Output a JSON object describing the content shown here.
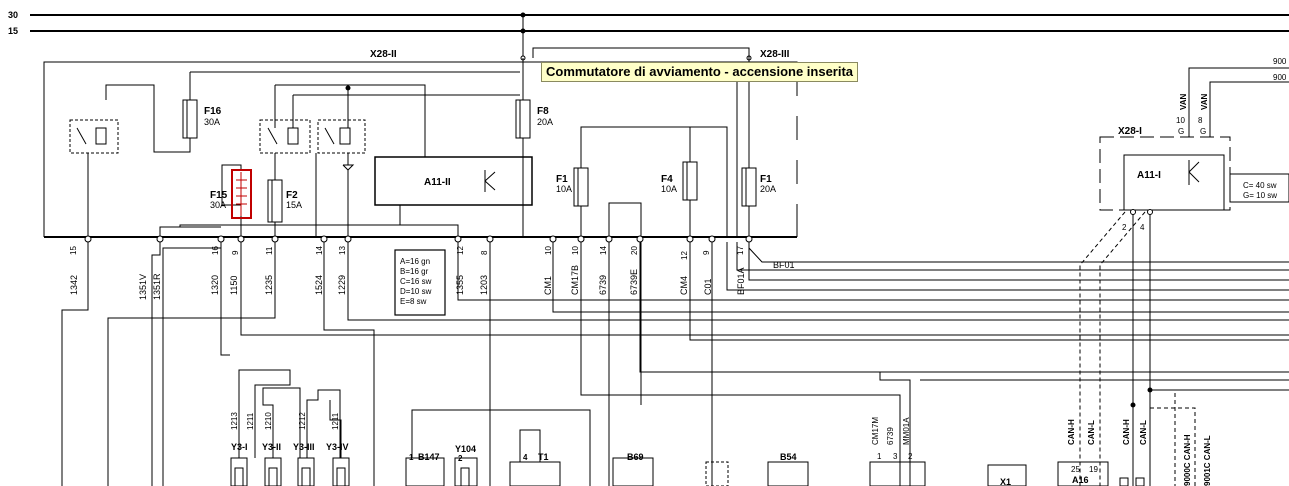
{
  "bus": {
    "b30": "30",
    "b15": "15"
  },
  "modules": {
    "x28ii": "X28-II",
    "x28iii": "X28-III",
    "x28i": "X28-I",
    "a11ii": "A11-II",
    "a11i": "A11-I"
  },
  "tooltip": "Commutatore di avviamento - accensione inserita",
  "fuses": [
    {
      "id": "F16",
      "rating": "30A"
    },
    {
      "id": "F8",
      "rating": "20A"
    },
    {
      "id": "F15",
      "rating": "30A"
    },
    {
      "id": "F2",
      "rating": "15A"
    },
    {
      "id": "F1",
      "rating": "10A"
    },
    {
      "id": "F4",
      "rating": "10A"
    },
    {
      "id": "F1",
      "rating": "20A"
    }
  ],
  "pins": [
    "15",
    "16",
    "9",
    "11",
    "14",
    "13",
    "12",
    "8",
    "10",
    "10",
    "14",
    "20",
    "12",
    "9",
    "17"
  ],
  "wires": [
    "1342",
    "1351V",
    "1351R",
    "1320",
    "1150",
    "1235",
    "1524",
    "1229",
    "1355",
    "1203",
    "CM1",
    "CM17B",
    "6739",
    "6739E",
    "CM4",
    "C01",
    "BF01A"
  ],
  "bf01": "BF01",
  "legend": [
    "A=16 gn",
    "B=16 gr",
    "C=16 sw",
    "D=10 sw",
    "E=8 sw"
  ],
  "a11i_legend": [
    "C= 40 sw",
    "G= 10 sw"
  ],
  "right_edge": [
    "900",
    "900"
  ],
  "van": [
    "VAN",
    "VAN"
  ],
  "x28i_pins": [
    "10",
    "8",
    "G",
    "G"
  ],
  "can_labels": [
    "CAN-H",
    "CAN-L",
    "CAN-H",
    "CAN-L",
    "9000C CAN-H",
    "9001C CAN-L"
  ],
  "can_pins": [
    "2",
    "4"
  ],
  "valve_wires": [
    "1213",
    "1211",
    "1210",
    "1212",
    "1211"
  ],
  "components": [
    "Y3-I",
    "Y3-II",
    "Y3-III",
    "Y3-IV",
    "B147",
    "Y104",
    "T1",
    "B69",
    "B54",
    "X1",
    "A16"
  ],
  "b147_pin": "1",
  "y104_pin": "2",
  "t1_pin": "4",
  "cm_wires": [
    "CM17M",
    "6739",
    "MM01A"
  ],
  "connector_pins": [
    "1",
    "3",
    "2"
  ],
  "a16_pins": [
    "25",
    "19"
  ]
}
